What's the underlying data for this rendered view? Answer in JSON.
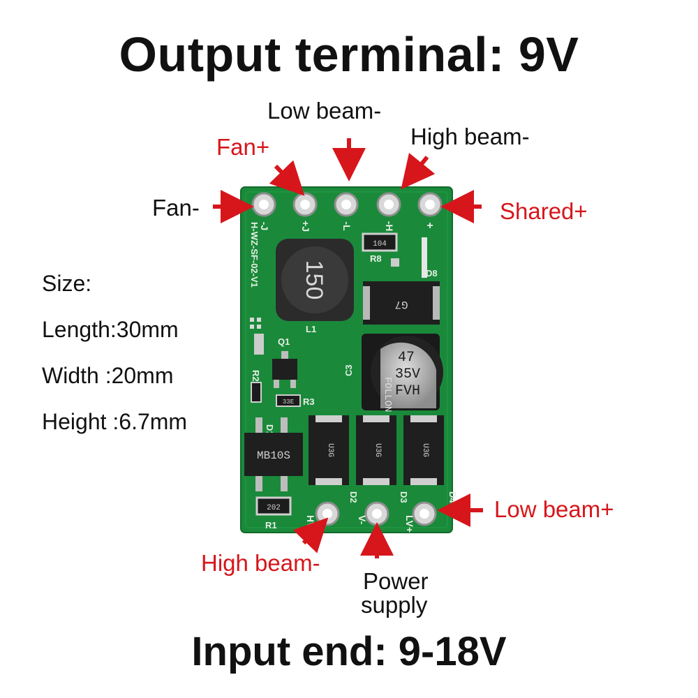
{
  "title": "Output terminal: 9V",
  "footer": "Input end: 9-18V",
  "labels": {
    "low_beam_minus": "Low beam-",
    "fan_plus": "Fan+",
    "high_beam_minus_top": "High beam-",
    "fan_minus": "Fan-",
    "shared_plus": "Shared+",
    "low_beam_plus": "Low beam+",
    "high_beam_minus_bottom": "High beam-",
    "power_supply_line1": "Power",
    "power_supply_line2": "supply"
  },
  "specs": {
    "heading": "Size:",
    "length": "Length:30mm",
    "width": "Width :20mm",
    "height": "Height :6.7mm"
  },
  "board": {
    "top_pads": [
      "-J",
      "+J",
      "-L",
      "-H",
      "+"
    ],
    "bottom_pads": [
      "HV+",
      "V-",
      "LV+"
    ],
    "part_id": "H-WZ-SF-02-V1",
    "inductor_mark": "150",
    "inductor_ref": "L1",
    "resistor_r8_mark": "104",
    "resistor_r8_ref": "R8",
    "diode_d8_mark": "G7",
    "diode_d8_ref": "D8",
    "cap_value": "47",
    "cap_voltage": "35V",
    "cap_series": "FVH",
    "cap_brand": "FOLLON",
    "cap_ref": "C3",
    "q1_ref": "Q1",
    "r2_ref": "R2",
    "r3_mark": "33E",
    "r3_ref": "R3",
    "d1_ref": "D1",
    "bridge_mark": "MB10S",
    "r1_mark": "202",
    "r1_ref": "R1",
    "diode_mark": "U3G",
    "d2_ref": "D2",
    "d3_ref": "D3",
    "d4_ref": "D4"
  },
  "colors": {
    "pcb": "#1a8a3a",
    "accent_red": "#d6161b"
  }
}
